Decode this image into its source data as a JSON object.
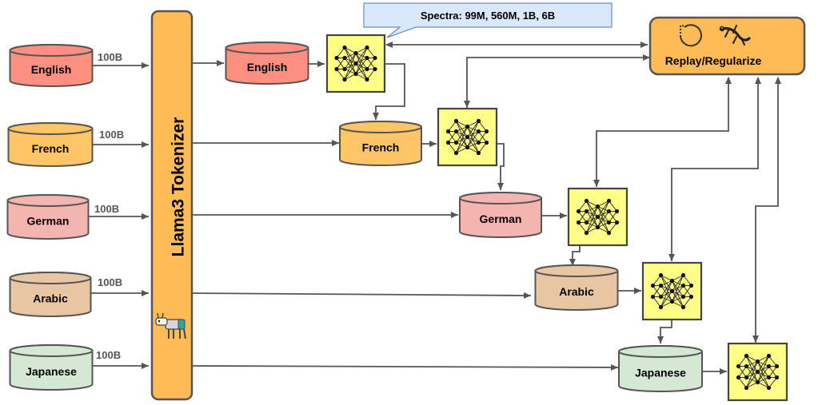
{
  "tokenizer": {
    "label": "Llama3 Tokenizer"
  },
  "callout": {
    "text": "Spectra: 99M, 560M, 1B, 6B"
  },
  "replay": {
    "label": "Replay/Regularize"
  },
  "inputs": [
    {
      "label": "English",
      "amount": "100B",
      "color": "#ff8f80"
    },
    {
      "label": "French",
      "amount": "100B",
      "color": "#ffc566"
    },
    {
      "label": "German",
      "amount": "100B",
      "color": "#f4b5b0"
    },
    {
      "label": "Arabic",
      "amount": "100B",
      "color": "#e9c6a3"
    },
    {
      "label": "Japanese",
      "amount": "100B",
      "color": "#d5e8d4"
    }
  ],
  "stages": [
    {
      "label": "English"
    },
    {
      "label": "French"
    },
    {
      "label": "German"
    },
    {
      "label": "Arabic"
    },
    {
      "label": "Japanese"
    }
  ],
  "colors": {
    "tokenizer": "#ffbb55",
    "network_box": "#ffff88",
    "callout": "#dae8fc",
    "arrow": "#555555"
  },
  "icons": [
    "llama-icon",
    "replay-icon",
    "gecko-icon",
    "neural-network-icon"
  ]
}
